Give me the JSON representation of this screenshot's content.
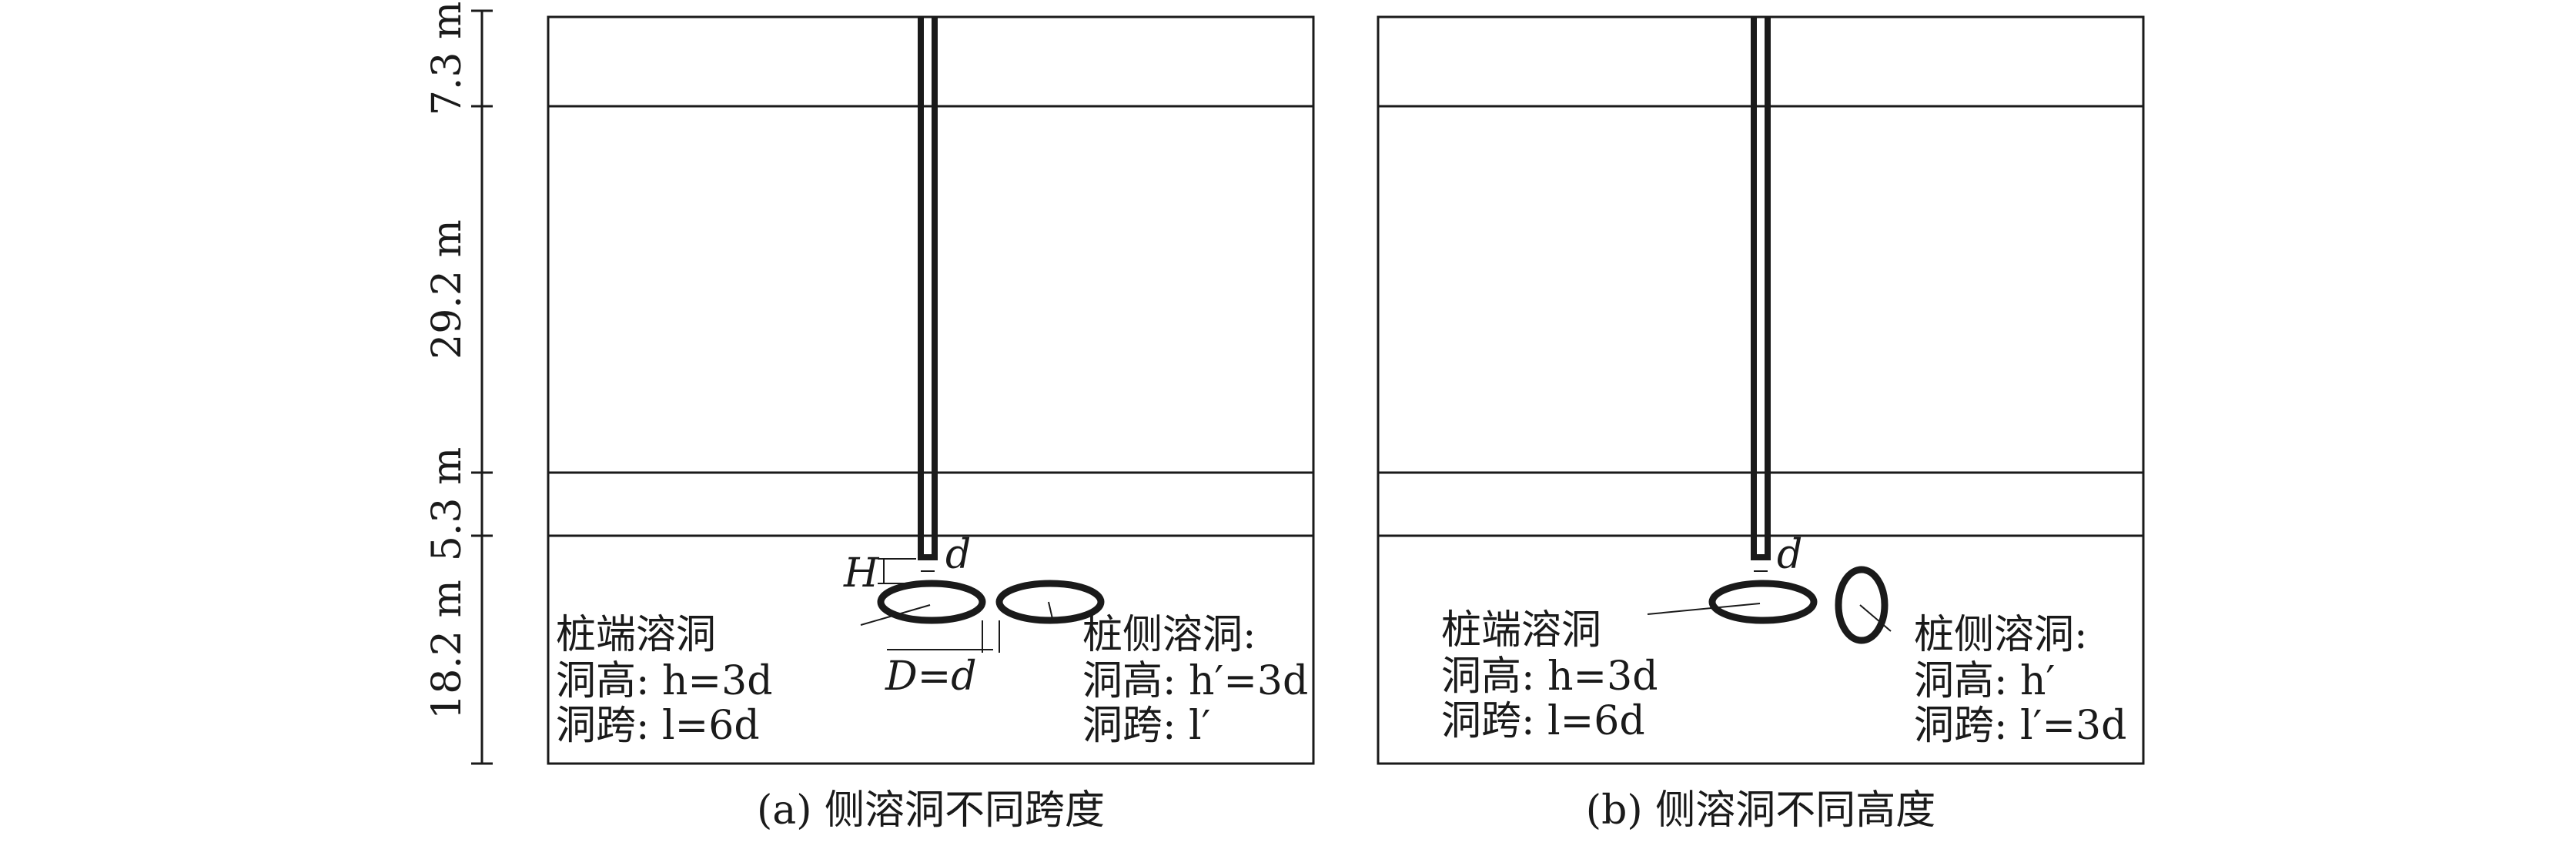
{
  "layers": [
    "7.3 m",
    "29.2 m",
    "5.3 m",
    "18.2 m"
  ],
  "panel_a": {
    "caption": "(a) 侧溶洞不同跨度",
    "pile_dim": "d",
    "height_dim": "H",
    "gap_dim": "D=d",
    "tip_cave": [
      "桩端溶洞",
      "洞高: h=3d",
      "洞跨: l=6d"
    ],
    "side_cave": [
      "桩侧溶洞:",
      "洞高: h′=3d",
      "洞跨: l′"
    ]
  },
  "panel_b": {
    "caption": "(b) 侧溶洞不同高度",
    "pile_dim": "d",
    "tip_cave": [
      "桩端溶洞",
      "洞高: h=3d",
      "洞跨: l=6d"
    ],
    "side_cave": [
      "桩侧溶洞:",
      "洞高: h′",
      "洞跨: l′=3d"
    ]
  }
}
